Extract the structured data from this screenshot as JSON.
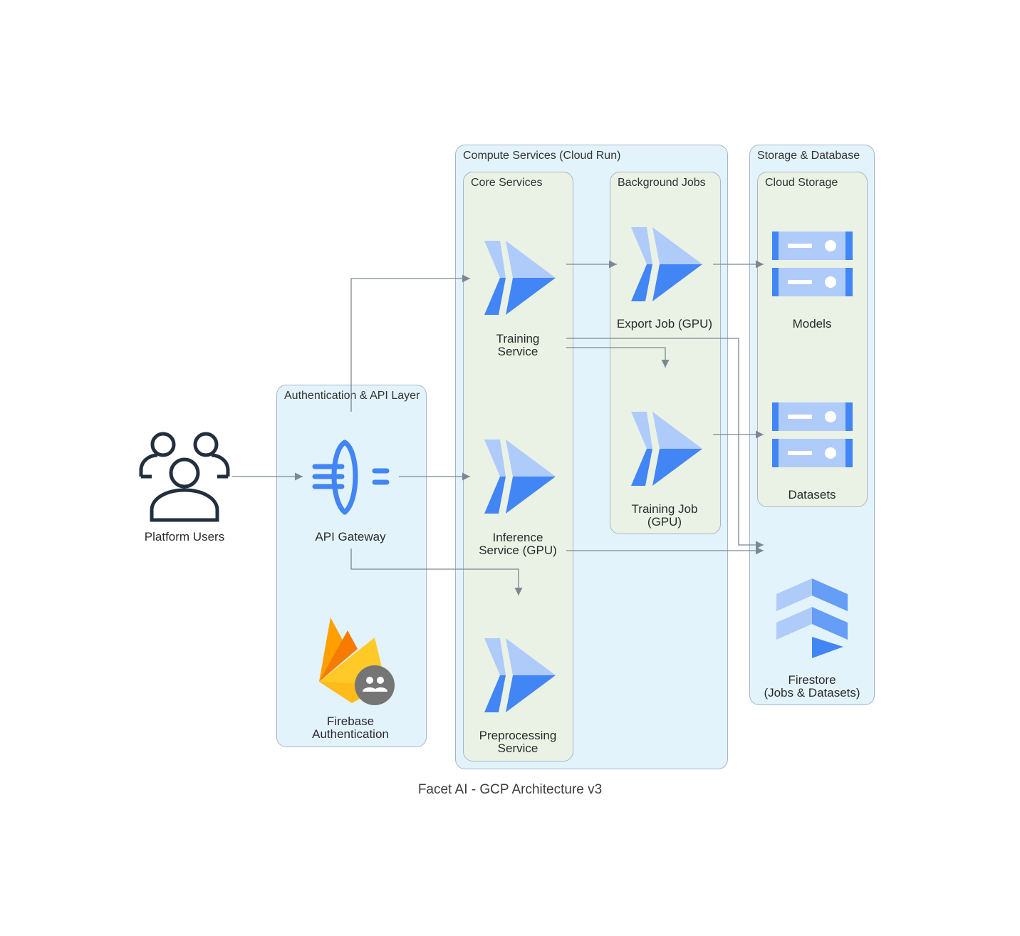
{
  "title": "Facet AI - GCP Architecture v3",
  "clusters": {
    "auth": "Authentication & API Layer",
    "compute": "Compute Services (Cloud Run)",
    "core": "Core Services",
    "background": "Background Jobs",
    "storage": "Storage & Database",
    "cloud_storage": "Cloud Storage"
  },
  "nodes": {
    "users": [
      "Platform Users"
    ],
    "api_gateway": [
      "API Gateway"
    ],
    "firebase_auth": [
      "Firebase",
      "Authentication"
    ],
    "training_service": [
      "Training",
      "Service"
    ],
    "inference_service": [
      "Inference",
      "Service (GPU)"
    ],
    "preprocessing_service": [
      "Preprocessing",
      "Service"
    ],
    "export_job": [
      "Export Job (GPU)"
    ],
    "training_job": [
      "Training Job",
      "(GPU)"
    ],
    "models": [
      "Models"
    ],
    "datasets": [
      "Datasets"
    ],
    "firestore": [
      "Firestore",
      "(Jobs & Datasets)"
    ]
  },
  "colors": {
    "cloud_run_light": "#aecbfa",
    "cloud_run_dark": "#4285f4",
    "edge": "#7b8794",
    "cluster_blue": "#e3f3fc",
    "cluster_green": "#eaf2e6",
    "firebase_yellow": "#ffca28",
    "firebase_orange": "#f57c00"
  }
}
